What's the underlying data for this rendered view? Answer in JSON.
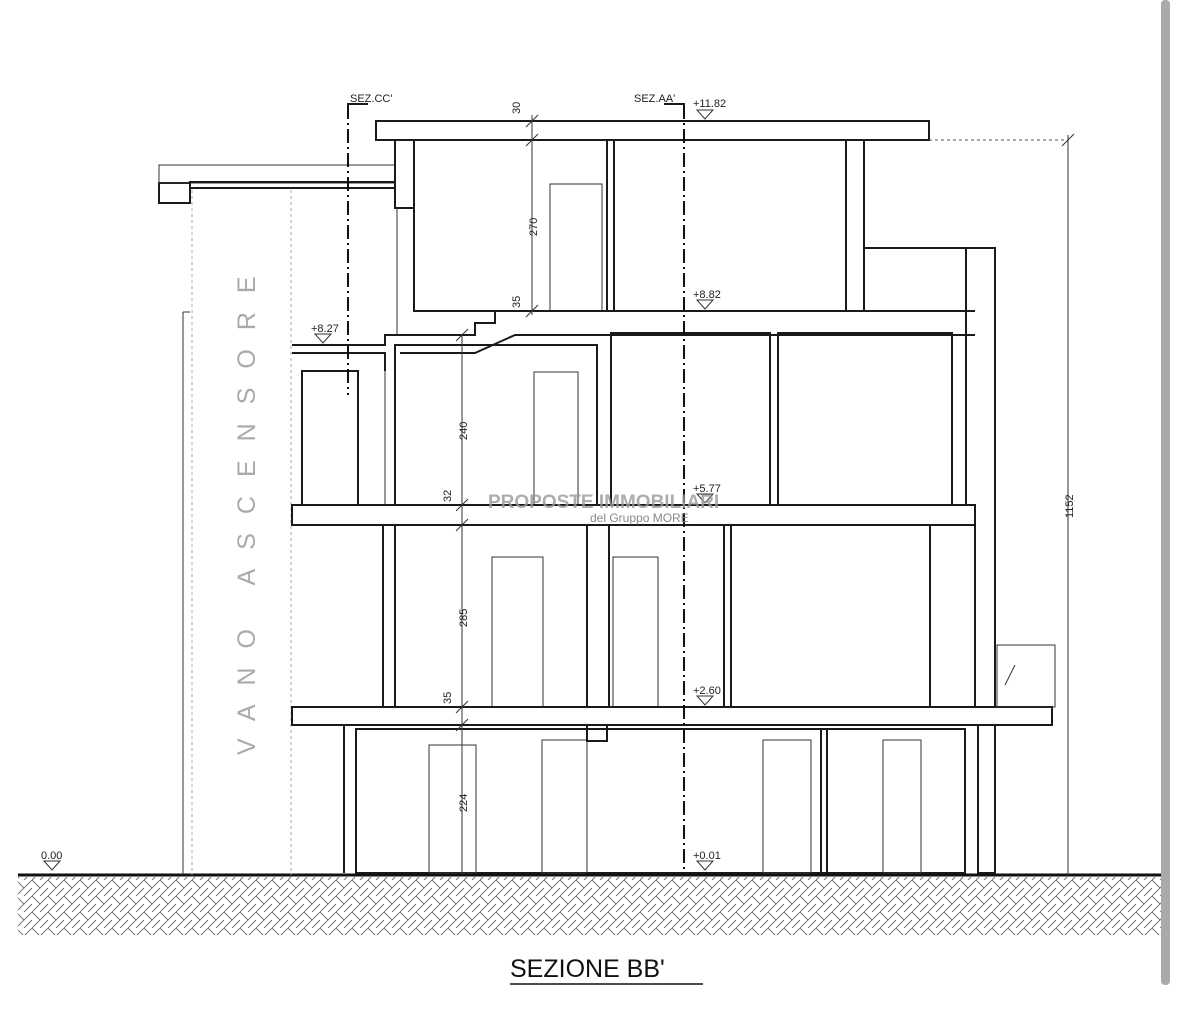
{
  "drawing": {
    "title": "SEZIONE BB'",
    "shaft_label": "VANO ASCENSORE",
    "section_marks": {
      "cc": "SEZ.CC'",
      "aa": "SEZ.AA'"
    },
    "levels": {
      "roof": "+11.82",
      "l3": "+8.82",
      "terrace": "+8.27",
      "l2": "+5.77",
      "l1": "+2.60",
      "l0": "+0.01",
      "ground": "0.00"
    },
    "dimensions": {
      "roof_slab": "30",
      "h3": "270",
      "slab3": "35",
      "h2": "240",
      "slab2": "32",
      "h1": "285",
      "slab1": "35",
      "h0": "224",
      "total": "1152"
    }
  },
  "watermark": {
    "line1": "PROPOSTE IMMOBILIARI",
    "line2": "del Gruppo MORE"
  }
}
